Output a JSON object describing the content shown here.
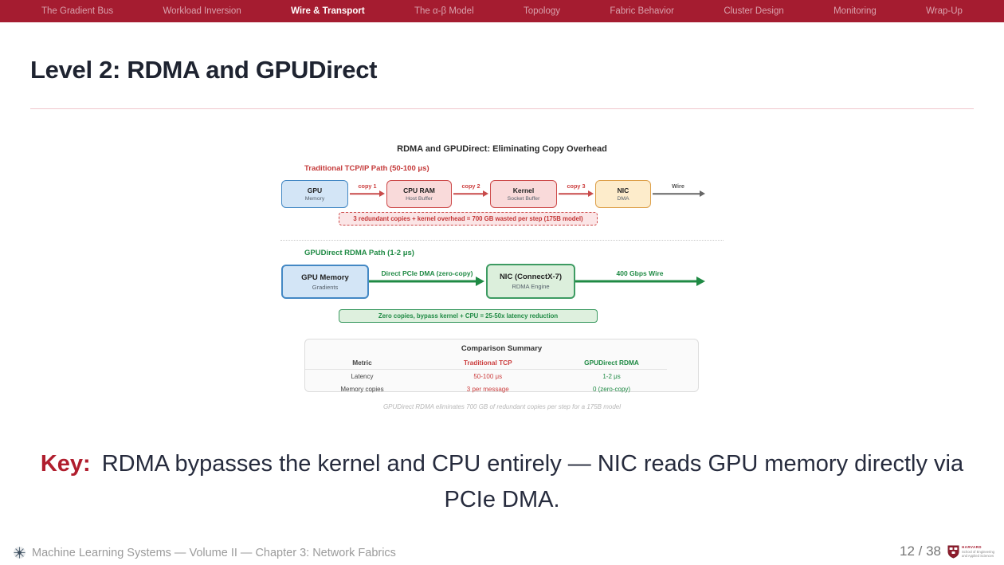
{
  "nav": {
    "items": [
      {
        "label": "The Gradient Bus"
      },
      {
        "label": "Workload Inversion"
      },
      {
        "label": "Wire & Transport"
      },
      {
        "label": "The α-β Model"
      },
      {
        "label": "Topology"
      },
      {
        "label": "Fabric Behavior"
      },
      {
        "label": "Cluster Design"
      },
      {
        "label": "Monitoring"
      },
      {
        "label": "Wrap-Up"
      }
    ],
    "active": "Wire & Transport"
  },
  "title": "Level 2: RDMA and GPUDirect",
  "diagram": {
    "title": "RDMA and GPUDirect: Eliminating Copy Overhead",
    "tcp": {
      "path_label": "Traditional TCP/IP Path (50-100 μs)",
      "nodes": [
        {
          "title": "GPU",
          "subtitle": "Memory"
        },
        {
          "title": "CPU RAM",
          "subtitle": "Host Buffer"
        },
        {
          "title": "Kernel",
          "subtitle": "Socket Buffer"
        },
        {
          "title": "NIC",
          "subtitle": "DMA"
        }
      ],
      "copy_labels": [
        "copy 1",
        "copy 2",
        "copy 3"
      ],
      "wire_label": "Wire",
      "warning": "3 redundant copies + kernel overhead = 700 GB wasted per step (175B model)"
    },
    "rdma": {
      "path_label": "GPUDirect RDMA Path (1-2 μs)",
      "nodes": [
        {
          "title": "GPU Memory",
          "subtitle": "Gradients"
        },
        {
          "title": "NIC (ConnectX-7)",
          "subtitle": "RDMA Engine"
        }
      ],
      "arrow_labels": [
        "Direct PCIe DMA (zero-copy)",
        "400 Gbps Wire"
      ],
      "benefit": "Zero copies, bypass kernel + CPU = 25-50x latency reduction"
    },
    "table": {
      "title": "Comparison Summary",
      "headers": [
        "Metric",
        "Traditional TCP",
        "GPUDirect RDMA"
      ],
      "rows": [
        [
          "Latency",
          "50-100 μs",
          "1-2 μs"
        ],
        [
          "Memory copies",
          "3 per message",
          "0 (zero-copy)"
        ]
      ]
    },
    "caption": "GPUDirect RDMA eliminates 700 GB of redundant copies per step for a 175B model"
  },
  "key": {
    "label": "Key:",
    "text": "RDMA bypasses the kernel and CPU entirely — NIC reads GPU memory directly via PCIe DMA."
  },
  "footer": {
    "left_text": "Machine Learning Systems — Volume II — Chapter 3: Network Fabrics",
    "page": "12 / 38",
    "logo_line1": "HARVARD",
    "logo_line2": "School of Engineering",
    "logo_line3": "and Applied Sciences"
  },
  "colors": {
    "nav_bg": "#A51C30",
    "tcp_red": "#C53B3B",
    "rdma_green": "#1F8A44",
    "title_dark": "#1E2330",
    "key_crimson": "#B01E2E"
  }
}
